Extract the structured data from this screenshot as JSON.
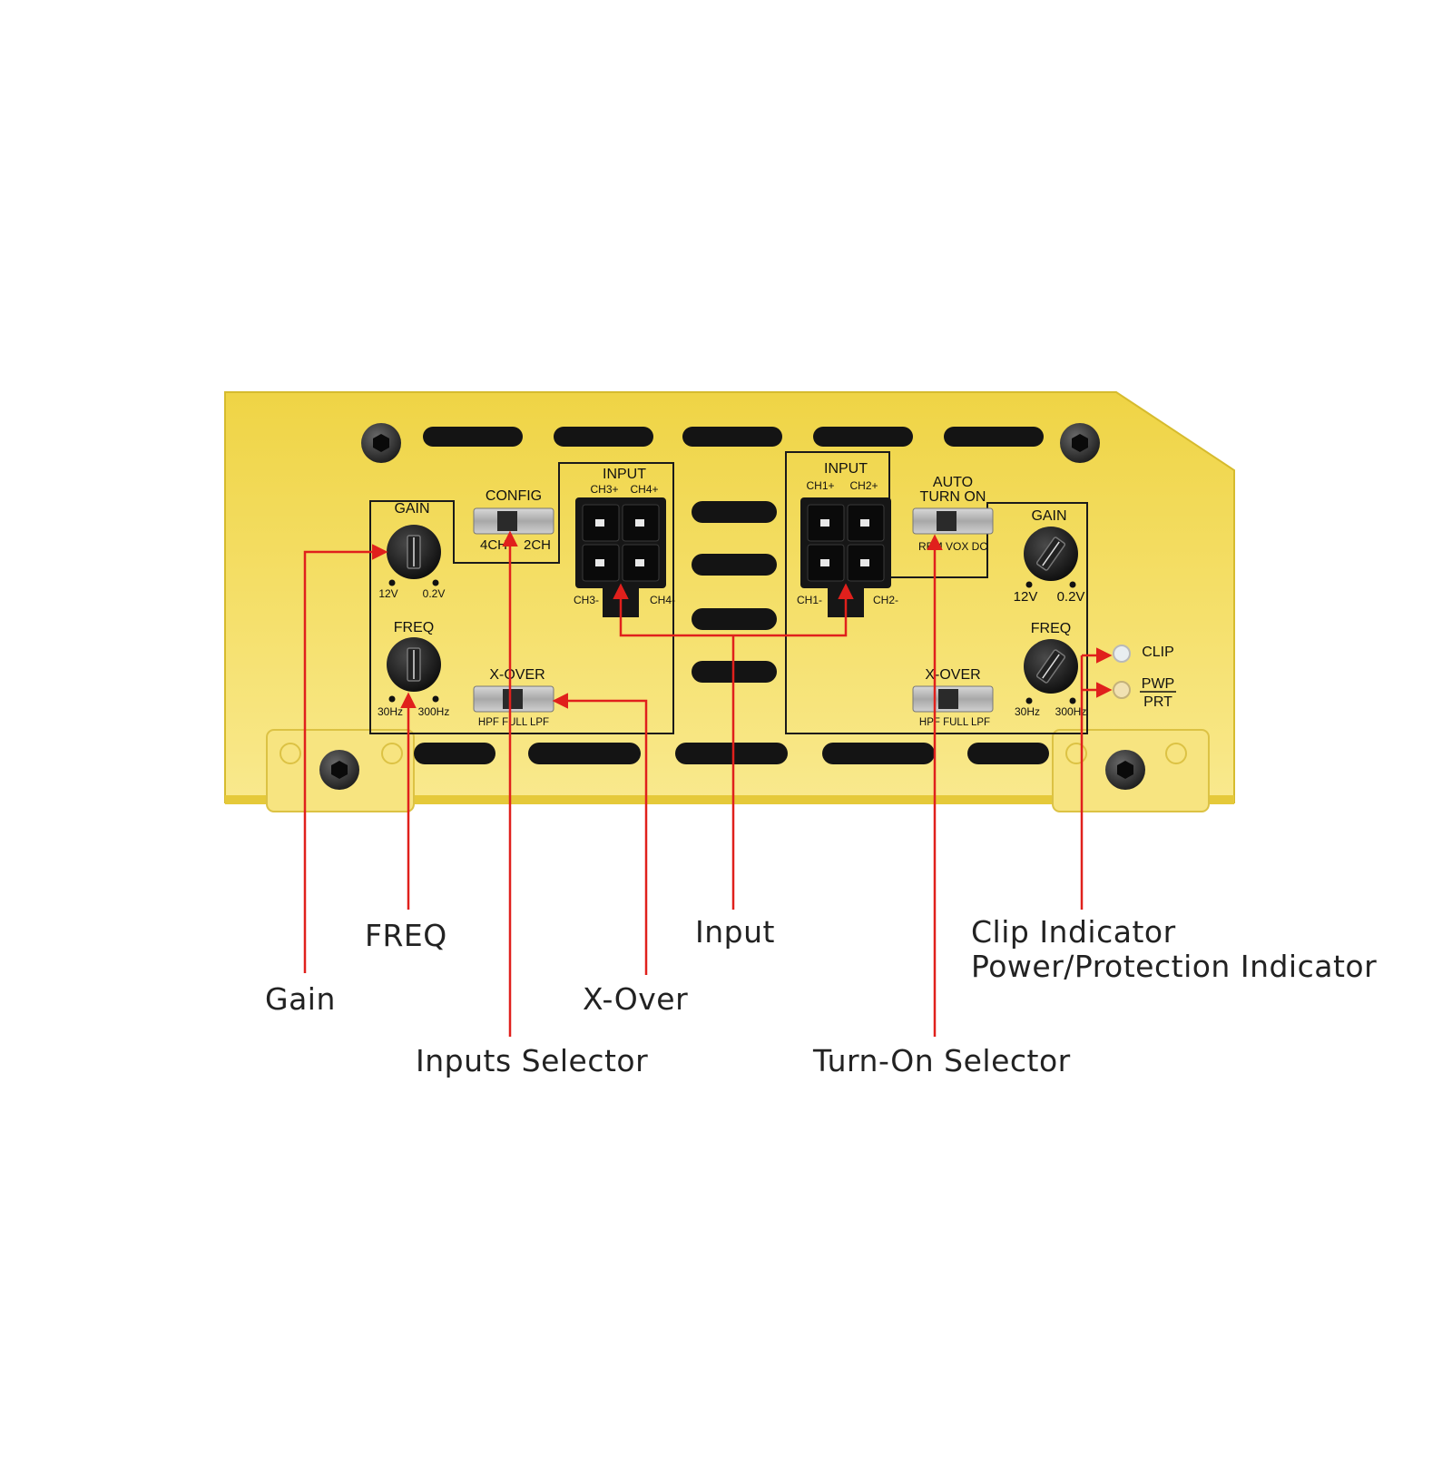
{
  "panel": {
    "left_group": {
      "gain": {
        "title": "GAIN",
        "min_label": "12V",
        "max_label": "0.2V"
      },
      "freq": {
        "title": "FREQ",
        "min_label": "30Hz",
        "max_label": "300Hz"
      },
      "config": {
        "title": "CONFIG",
        "left_label": "4CH",
        "right_label": "2CH"
      },
      "xover": {
        "title": "X-OVER",
        "options_label": "HPF  FULL  LPF"
      }
    },
    "input_left": {
      "title": "INPUT",
      "top_left": "CH3+",
      "top_right": "CH4+",
      "bottom_left": "CH3-",
      "bottom_right": "CH4-"
    },
    "input_right": {
      "title": "INPUT",
      "top_left": "CH1+",
      "top_right": "CH2+",
      "bottom_left": "CH1-",
      "bottom_right": "CH2-"
    },
    "right_group": {
      "auto_turn_on": {
        "title_line1": "AUTO",
        "title_line2": "TURN ON",
        "options_label": "REM  VOX  DC"
      },
      "gain": {
        "title": "GAIN",
        "min_label": "12V",
        "max_label": "0.2V"
      },
      "freq": {
        "title": "FREQ",
        "min_label": "30Hz",
        "max_label": "300Hz"
      },
      "xover": {
        "title": "X-OVER",
        "options_label": "HPF  FULL  LPF"
      }
    },
    "leds": {
      "clip": "CLIP",
      "pwp": "PWP",
      "prt": "PRT"
    }
  },
  "callouts": {
    "gain": "Gain",
    "freq": "FREQ",
    "inputs_selector": "Inputs Selector",
    "xover": "X-Over",
    "input": "Input",
    "turn_on_selector": "Turn-On Selector",
    "clip_indicator": "Clip Indicator",
    "power_protection_indicator": "Power/Protection Indicator"
  },
  "colors": {
    "chassis": "#ecd24a",
    "chassis_light": "#f7e583",
    "arrow": "#e0201c",
    "connector": "#151515"
  }
}
